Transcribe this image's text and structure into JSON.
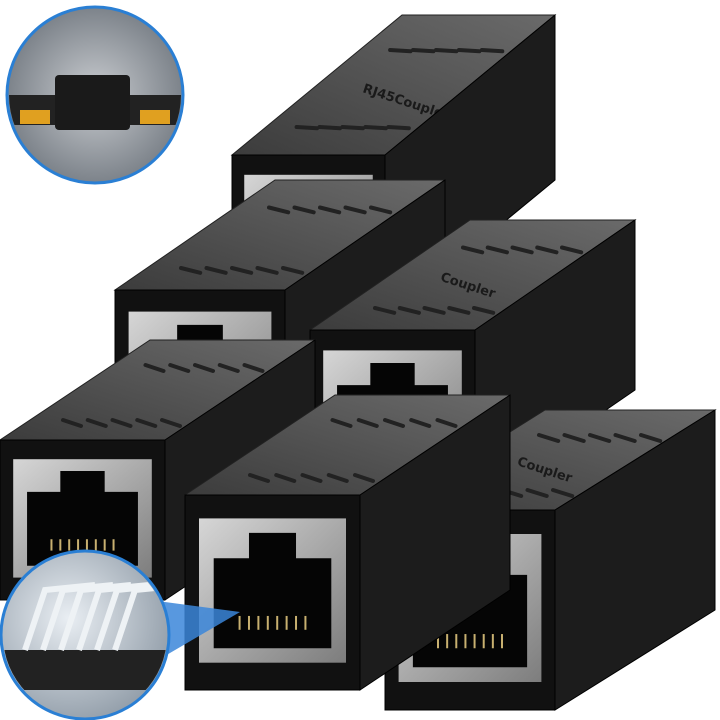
{
  "product": {
    "top_label": "RJ45Coupler",
    "side_label": "Coupler",
    "coupler_count": 6
  },
  "colors": {
    "body": "#111111",
    "top_face": "#5a5a5a",
    "side_face": "#1c1c1c",
    "frame": "#a8a8a8",
    "inset_border": "#2a7fd4",
    "callout": "#3b86d9"
  },
  "insets": [
    {
      "name": "cable-connected-inset",
      "icon": "coupler-in-use"
    },
    {
      "name": "gold-pins-inset",
      "icon": "contact-pins"
    }
  ]
}
